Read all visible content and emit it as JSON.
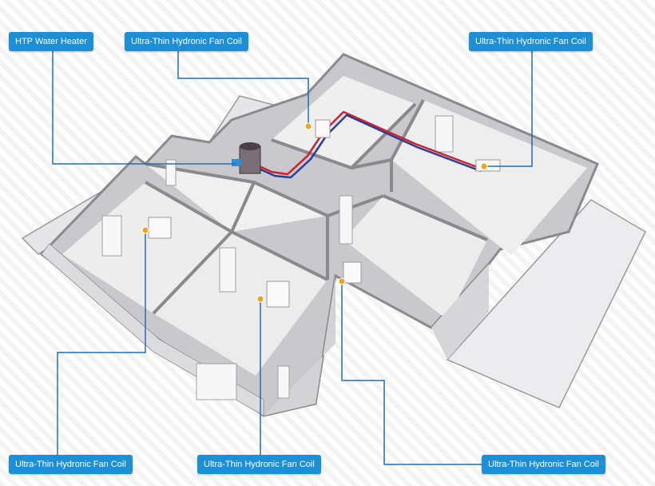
{
  "labels": {
    "water_heater": "HTP Water Heater",
    "fan_coil_1": "Ultra-Thin Hydronic Fan Coil",
    "fan_coil_2": "Ultra-Thin Hydronic Fan Coil",
    "fan_coil_3": "Ultra-Thin Hydronic Fan Coil",
    "fan_coil_4": "Ultra-Thin Hydronic Fan Coil",
    "fan_coil_5": "Ultra-Thin Hydronic Fan Coil"
  },
  "colors": {
    "callout_bg": "#1c8fd6",
    "leader_line": "#1f6fb5",
    "hot_pipe": "#d0202a",
    "cold_pipe": "#2b3d9a",
    "marker": "#f2a516",
    "wall": "#d9d9dc",
    "wall_top": "#8a8a8e",
    "floor": "#ededee"
  },
  "icons": [
    "water-heater-icon",
    "fan-coil-icon",
    "marker-dot-icon"
  ]
}
